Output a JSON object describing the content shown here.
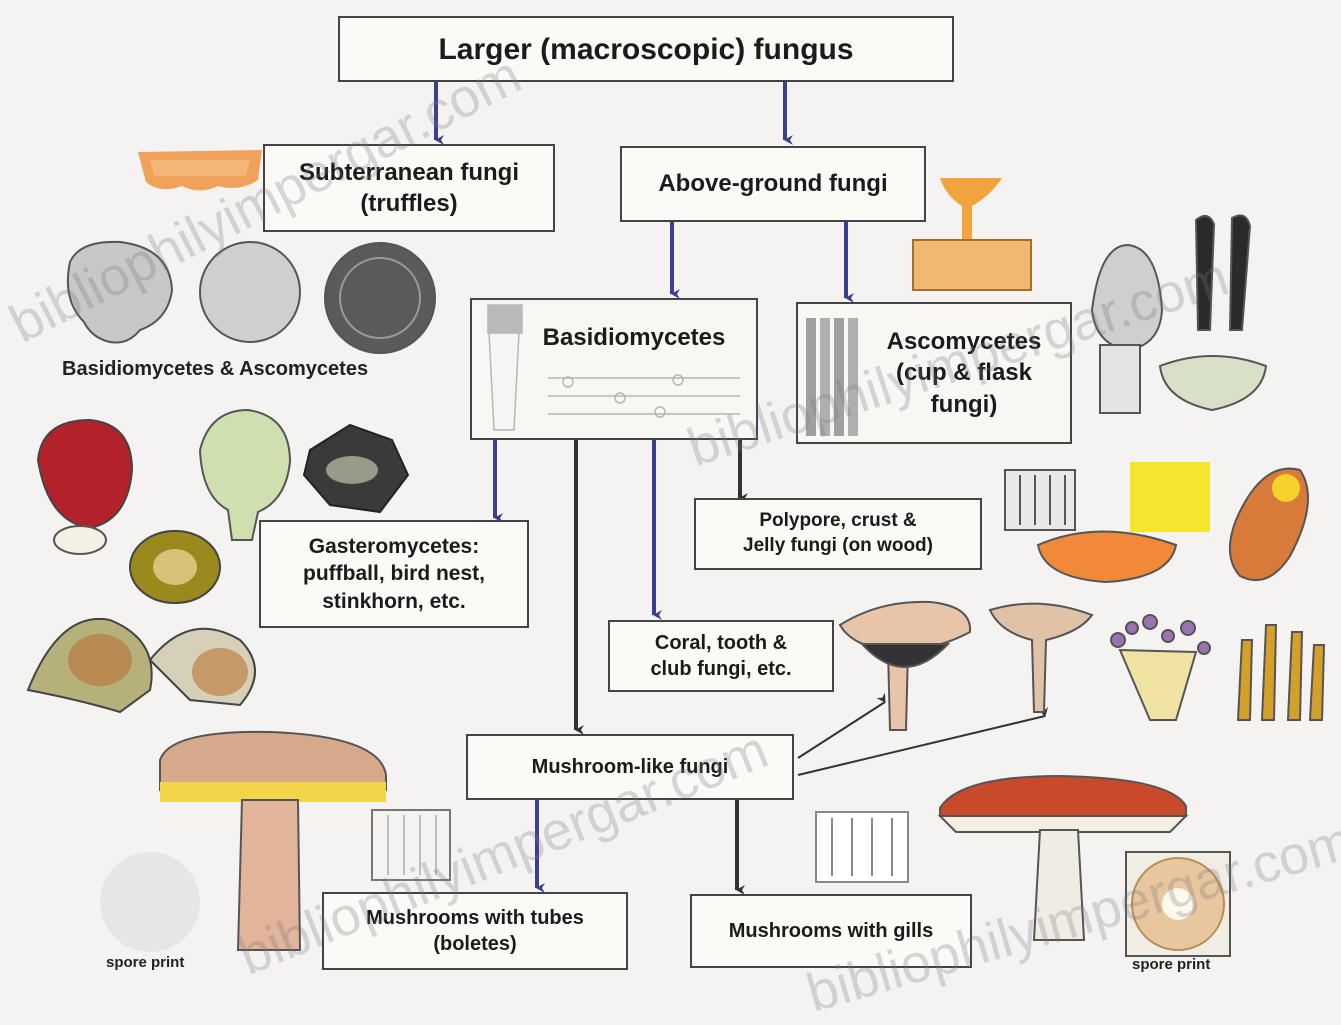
{
  "diagram": {
    "root": "Larger (macroscopic) fungus",
    "subterranean": "Subterranean fungi\n(truffles)",
    "above_ground": "Above-ground fungi",
    "basidiomycetes": "Basidiomycetes",
    "ascomycetes": "Ascomycetes\n(cup & flask\nfungi)",
    "gasteromycetes": "Gasteromycetes:\npuffball, bird nest,\nstinkhorn, etc.",
    "polypore": "Polypore, crust &\nJelly fungi (on wood)",
    "coral": "Coral, tooth &\nclub fungi, etc.",
    "mushroom_like": "Mushroom-like fungi",
    "tubes": "Mushrooms with tubes\n(boletes)",
    "gills": "Mushrooms with gills"
  },
  "labels": {
    "basidio_asco": "Basidiomycetes & Ascomycetes",
    "spore_print_left": "spore print",
    "spore_print_right": "spore print"
  },
  "watermarks": [
    "bibliophilyimpergar.com",
    "bibliophilyimpergar.com",
    "bibliophilyimpergar.com",
    "bibliophilyimpergar.com"
  ],
  "colors": {
    "arrow": "#3a3f8f",
    "arrow_dark": "#333333",
    "box_border": "#444444"
  }
}
